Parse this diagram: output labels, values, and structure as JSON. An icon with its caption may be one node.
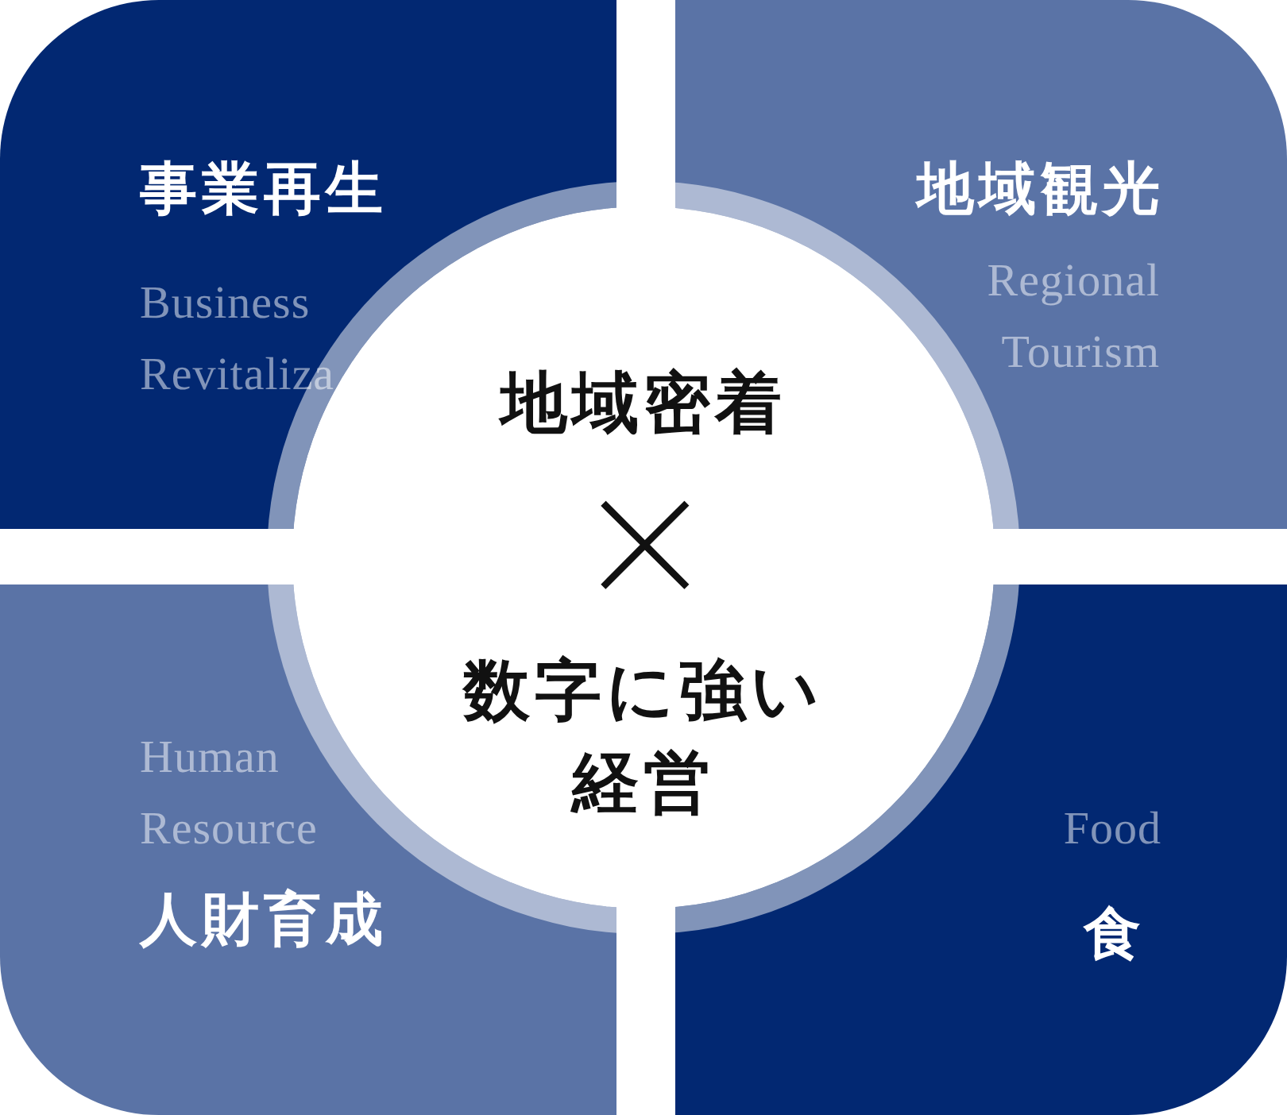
{
  "diagram": {
    "nodes": [
      {
        "text": [
          "事業再生",
          "Business Revitaliza"
        ]
      },
      {
        "text": [
          "地域観光",
          "Regional Tourism"
        ]
      },
      {
        "text": [
          "Human Resource",
          "人財育成"
        ]
      },
      {
        "text": [
          "Food",
          "食"
        ]
      },
      {
        "text": [
          "地域密着",
          "×",
          "数字に強い経営"
        ]
      }
    ]
  }
}
